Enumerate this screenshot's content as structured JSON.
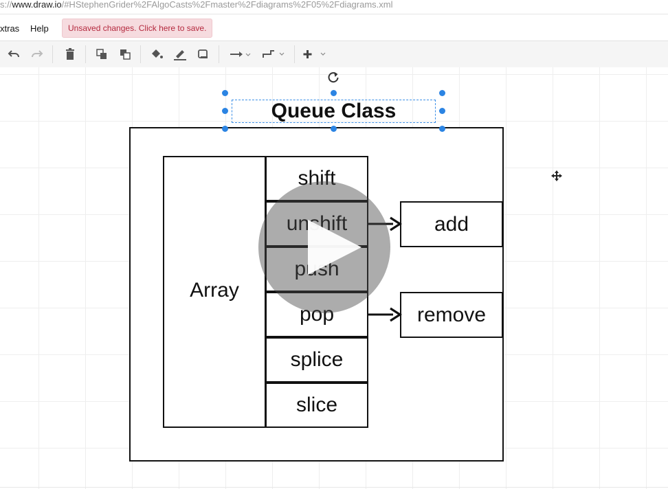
{
  "browser": {
    "url_prefix": "s://",
    "url_host": "www.draw.io",
    "url_path": "/#HStephenGrider%2FAlgoCasts%2Fmaster%2Fdiagrams%2F05%2Fdiagrams.xml"
  },
  "menubar": {
    "items": [
      {
        "label": "xtras"
      },
      {
        "label": "Help"
      }
    ],
    "unsaved_notice": "Unsaved changes. Click here to save."
  },
  "toolbar": {
    "icons": [
      "undo-icon",
      "redo-icon",
      "delete-icon",
      "to-front-icon",
      "to-back-icon",
      "fill-color-icon",
      "line-color-icon",
      "shadow-icon",
      "connection-icon",
      "waypoints-icon",
      "insert-icon"
    ]
  },
  "diagram": {
    "title": "Queue Class",
    "array_label": "Array",
    "methods": [
      "shift",
      "unshift",
      "push",
      "pop",
      "splice",
      "slice"
    ],
    "queue_methods": {
      "add": "add",
      "remove": "remove"
    }
  },
  "colors": {
    "selection": "#2b84e3",
    "unsaved_bg": "#f6dbdf",
    "unsaved_text": "#b4293e"
  }
}
